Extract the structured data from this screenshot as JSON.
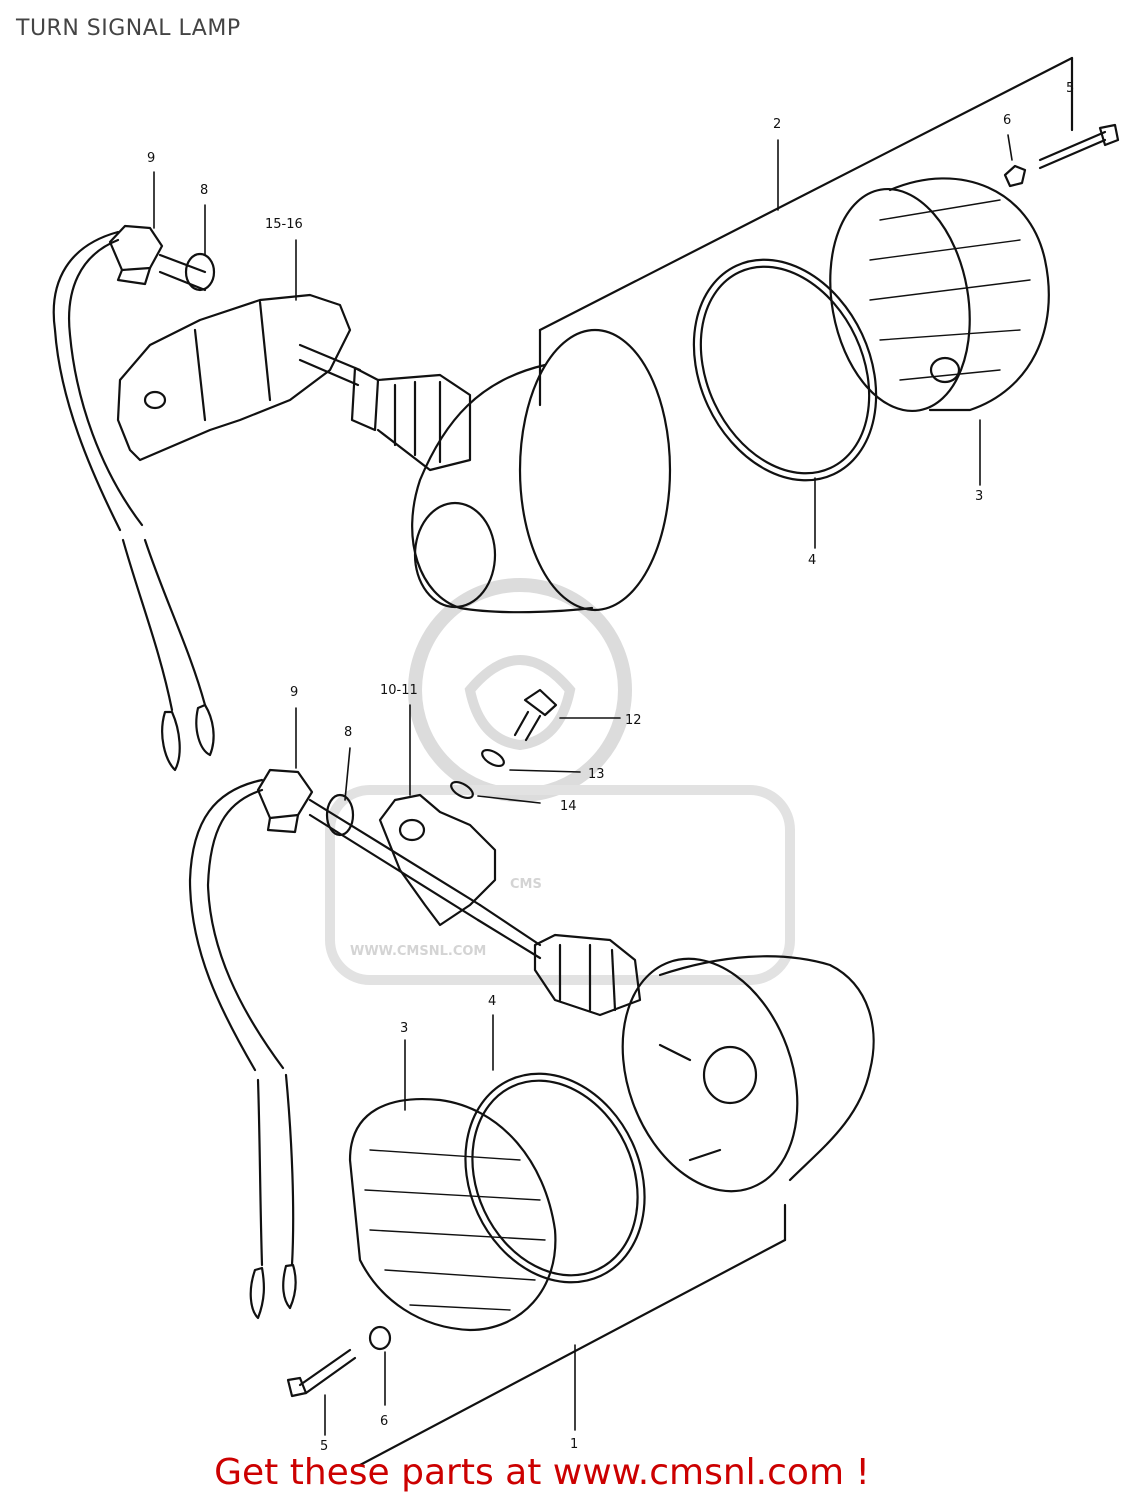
{
  "title": "TURN SIGNAL LAMP",
  "watermark": {
    "text_large": "CMS",
    "text_url": "WWW.CMSNL.COM",
    "color": "#d4d4d4"
  },
  "part_labels": {
    "l1": "1",
    "l2": "2",
    "l3a": "3",
    "l3b": "3",
    "l4a": "4",
    "l4b": "4",
    "l5a": "5",
    "l5b": "5",
    "l6a": "6",
    "l6b": "6",
    "l8a": "8",
    "l8b": "8",
    "l9a": "9",
    "l9b": "9",
    "l1011": "10-11",
    "l12": "12",
    "l13": "13",
    "l14": "14",
    "l1516": "15-16"
  },
  "footer": {
    "text": "Get these parts at www.cmsnl.com !",
    "color": "#cc0000"
  }
}
